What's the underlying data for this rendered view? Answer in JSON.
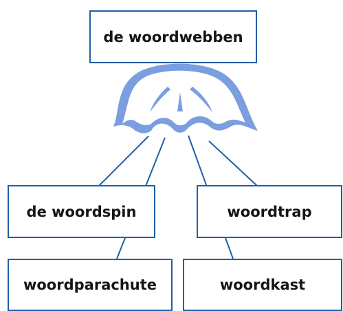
{
  "diagram": {
    "root": {
      "label": "de woordwebben"
    },
    "children": [
      {
        "id": "spin",
        "label": "de woordspin"
      },
      {
        "id": "trap",
        "label": "woordtrap"
      },
      {
        "id": "parachute",
        "label": "woordparachute"
      },
      {
        "id": "kast",
        "label": "woordkast"
      }
    ],
    "central_icon": "umbrella-icon"
  },
  "colors": {
    "border": "#1f5fa8",
    "connector": "#1f5fa8",
    "umbrella_fill": "#7a9ee0",
    "umbrella_highlight": "#ffffff",
    "text": "#151515"
  }
}
